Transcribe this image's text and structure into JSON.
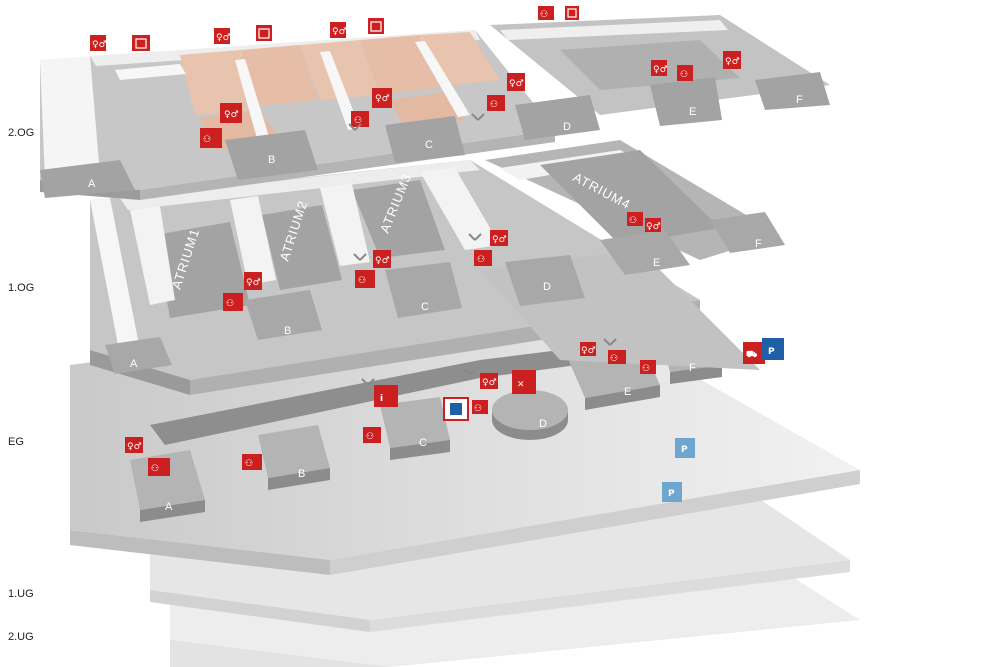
{
  "floors": [
    {
      "id": "2og",
      "label": "2.OG"
    },
    {
      "id": "1og",
      "label": "1.OG"
    },
    {
      "id": "eg",
      "label": "EG"
    },
    {
      "id": "1ug",
      "label": "1.UG"
    },
    {
      "id": "2ug",
      "label": "2.UG"
    }
  ],
  "wings": [
    "A",
    "B",
    "C",
    "D",
    "E",
    "F"
  ],
  "atriums": [
    "ATRIUM1",
    "ATRIUM2",
    "ATRIUM3",
    "ATRIUM4"
  ],
  "colors": {
    "floor_top": "#cfcfcf",
    "floor_side": "#9e9e9e",
    "wall": "#f4f4f4",
    "block": "#a7a7a7",
    "highlight": "#e8c3ae",
    "icon_red": "#cc1f1f",
    "icon_blue_dark": "#1f5fa8",
    "icon_blue_light": "#6ea6cf"
  },
  "icons": {
    "restroom": "restroom-icon",
    "elevator": "elevator-icon",
    "family": "family-room-icon",
    "info": "information-icon",
    "restaurant": "restaurant-icon",
    "parking": "parking-icon",
    "atm": "atm-icon",
    "car": "car-park-icon"
  }
}
